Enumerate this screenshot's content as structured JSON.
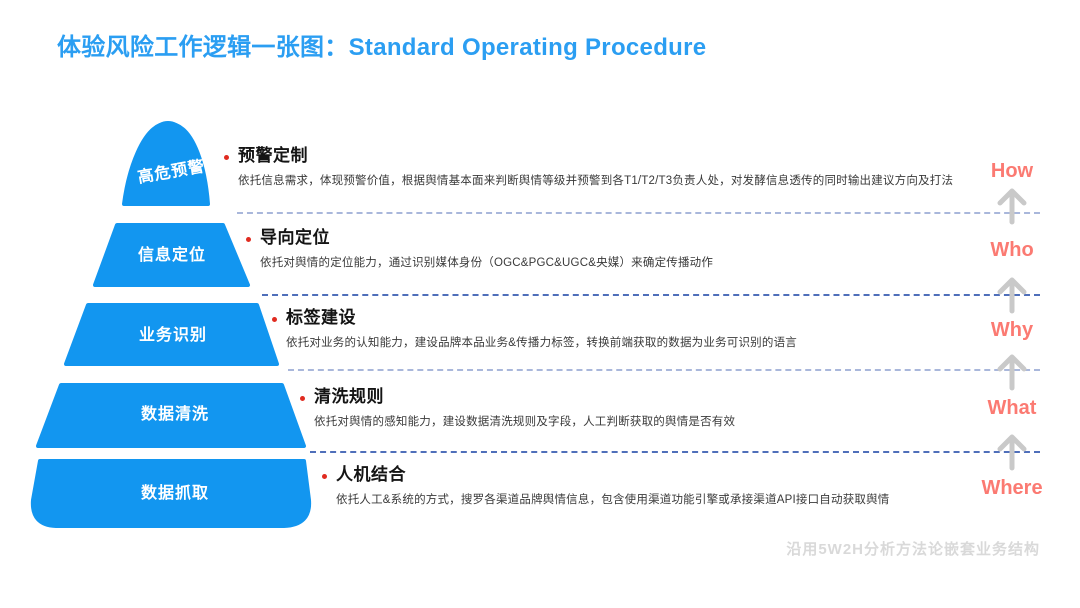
{
  "title": "体验风险工作逻辑一张图：Standard Operating Procedure",
  "footer_note": "沿用5W2H分析方法论嵌套业务结构",
  "colors": {
    "accent_blue": "#1296f0",
    "title_blue": "#2b9ef2",
    "coral_label": "#fb7a72",
    "arrow_gray": "#c9c9c9",
    "heading_black": "#141414",
    "desc_gray": "#3a3a3a",
    "separator_light": "#a9b7db",
    "separator_dark": "#4f6fba",
    "footer_gray": "#d9d9d9",
    "bullet_red": "#e02b20"
  },
  "icons": {
    "up_arrow": "up-arrow-icon",
    "bullet": "red-dot-bullet-icon"
  },
  "pyramid": {
    "levels": [
      {
        "stage": "高危预警",
        "heading": "预警定制",
        "description": "依托信息需求，体现预警价值，根据舆情基本面来判断舆情等级并预警到各T1/T2/T3负责人处，对发酵信息透传的同时输出建议方向及打法",
        "tag": "How"
      },
      {
        "stage": "信息定位",
        "heading": "导向定位",
        "description": "依托对舆情的定位能力，通过识别媒体身份（OGC&PGC&UGC&央媒）来确定传播动作",
        "tag": "Who"
      },
      {
        "stage": "业务识别",
        "heading": "标签建设",
        "description": "依托对业务的认知能力，建设品牌本品业务&传播力标签，转换前端获取的数据为业务可识别的语言",
        "tag": "Why"
      },
      {
        "stage": "数据清洗",
        "heading": "清洗规则",
        "description": "依托对舆情的感知能力，建设数据清洗规则及字段，人工判断获取的舆情是否有效",
        "tag": "What"
      },
      {
        "stage": "数据抓取",
        "heading": "人机结合",
        "description": "依托人工&系统的方式，搜罗各渠道品牌舆情信息，包含使用渠道功能引擎或承接渠道API接口自动获取舆情",
        "tag": "Where"
      }
    ]
  }
}
